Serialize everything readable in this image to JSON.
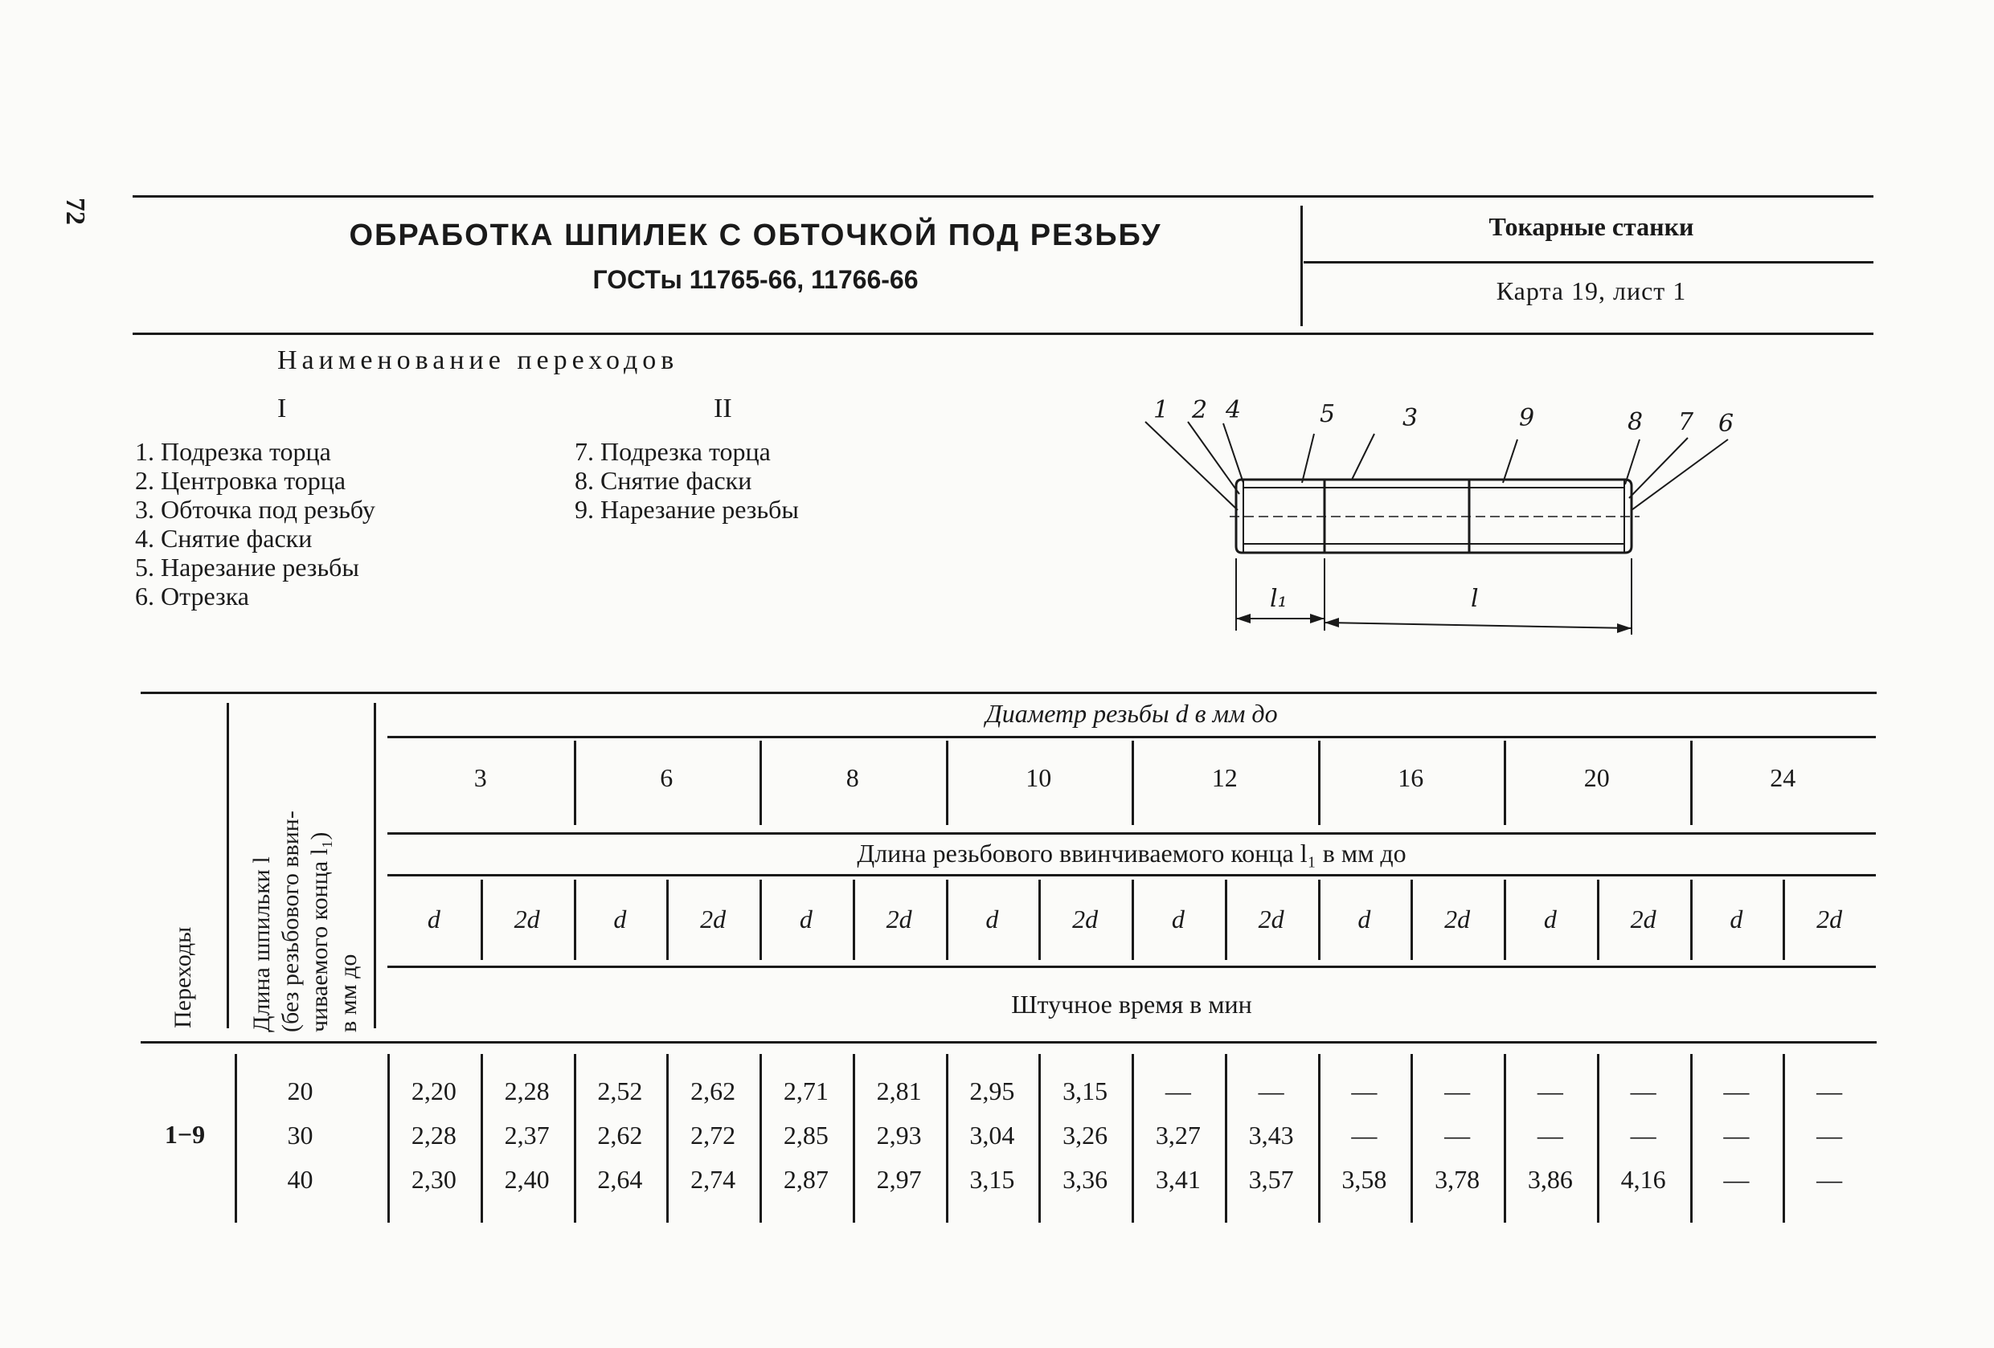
{
  "page_number": "72",
  "header": {
    "title": "ОБРАБОТКА ШПИЛЕК С ОБТОЧКОЙ ПОД РЕЗЬБУ",
    "subtitle": "ГОСТы 11765-66, 11766-66",
    "machine_type": "Токарные станки",
    "card_ref": "Карта 19, лист 1"
  },
  "operations": {
    "heading": "Наименование переходов",
    "group1_label": "I",
    "group2_label": "II",
    "group1": [
      "1. Подрезка торца",
      "2. Центровка торца",
      "3. Обточка под резьбу",
      "4. Снятие фаски",
      "5. Нарезание резьбы",
      "6. Отрезка"
    ],
    "group2": [
      "7. Подрезка торца",
      "8. Снятие фаски",
      "9. Нарезание резьбы"
    ]
  },
  "drawing": {
    "callouts": [
      "1",
      "2",
      "4",
      "5",
      "3",
      "9",
      "8",
      "7",
      "6"
    ],
    "dim_l1": "l₁",
    "dim_l": "l"
  },
  "table": {
    "col_transitions": "Переходы",
    "col_length": [
      "Длина шпильки l",
      "(без резьбового ввин-",
      "чиваемого конца l₁)",
      "в мм до"
    ],
    "diam_header": "Диаметр резьбы d в мм до",
    "diameters": [
      "3",
      "6",
      "8",
      "10",
      "12",
      "16",
      "20",
      "24"
    ],
    "length_header": "Длина резьбового ввинчиваемого конца l₁ в мм до",
    "sub_cols": [
      "d",
      "2d",
      "d",
      "2d",
      "d",
      "2d",
      "d",
      "2d",
      "d",
      "2d",
      "d",
      "2d",
      "d",
      "2d",
      "d",
      "2d"
    ],
    "time_header": "Штучное время в мин",
    "transition_range": "1−9",
    "rows": [
      {
        "length": "20",
        "values": [
          "2,20",
          "2,28",
          "2,52",
          "2,62",
          "2,71",
          "2,81",
          "2,95",
          "3,15",
          "—",
          "—",
          "—",
          "—",
          "—",
          "—",
          "—",
          "—"
        ]
      },
      {
        "length": "30",
        "values": [
          "2,28",
          "2,37",
          "2,62",
          "2,72",
          "2,85",
          "2,93",
          "3,04",
          "3,26",
          "3,27",
          "3,43",
          "—",
          "—",
          "—",
          "—",
          "—",
          "—"
        ]
      },
      {
        "length": "40",
        "values": [
          "2,30",
          "2,40",
          "2,64",
          "2,74",
          "2,87",
          "2,97",
          "3,15",
          "3,36",
          "3,41",
          "3,57",
          "3,58",
          "3,78",
          "3,86",
          "4,16",
          "—",
          "—"
        ]
      }
    ]
  }
}
